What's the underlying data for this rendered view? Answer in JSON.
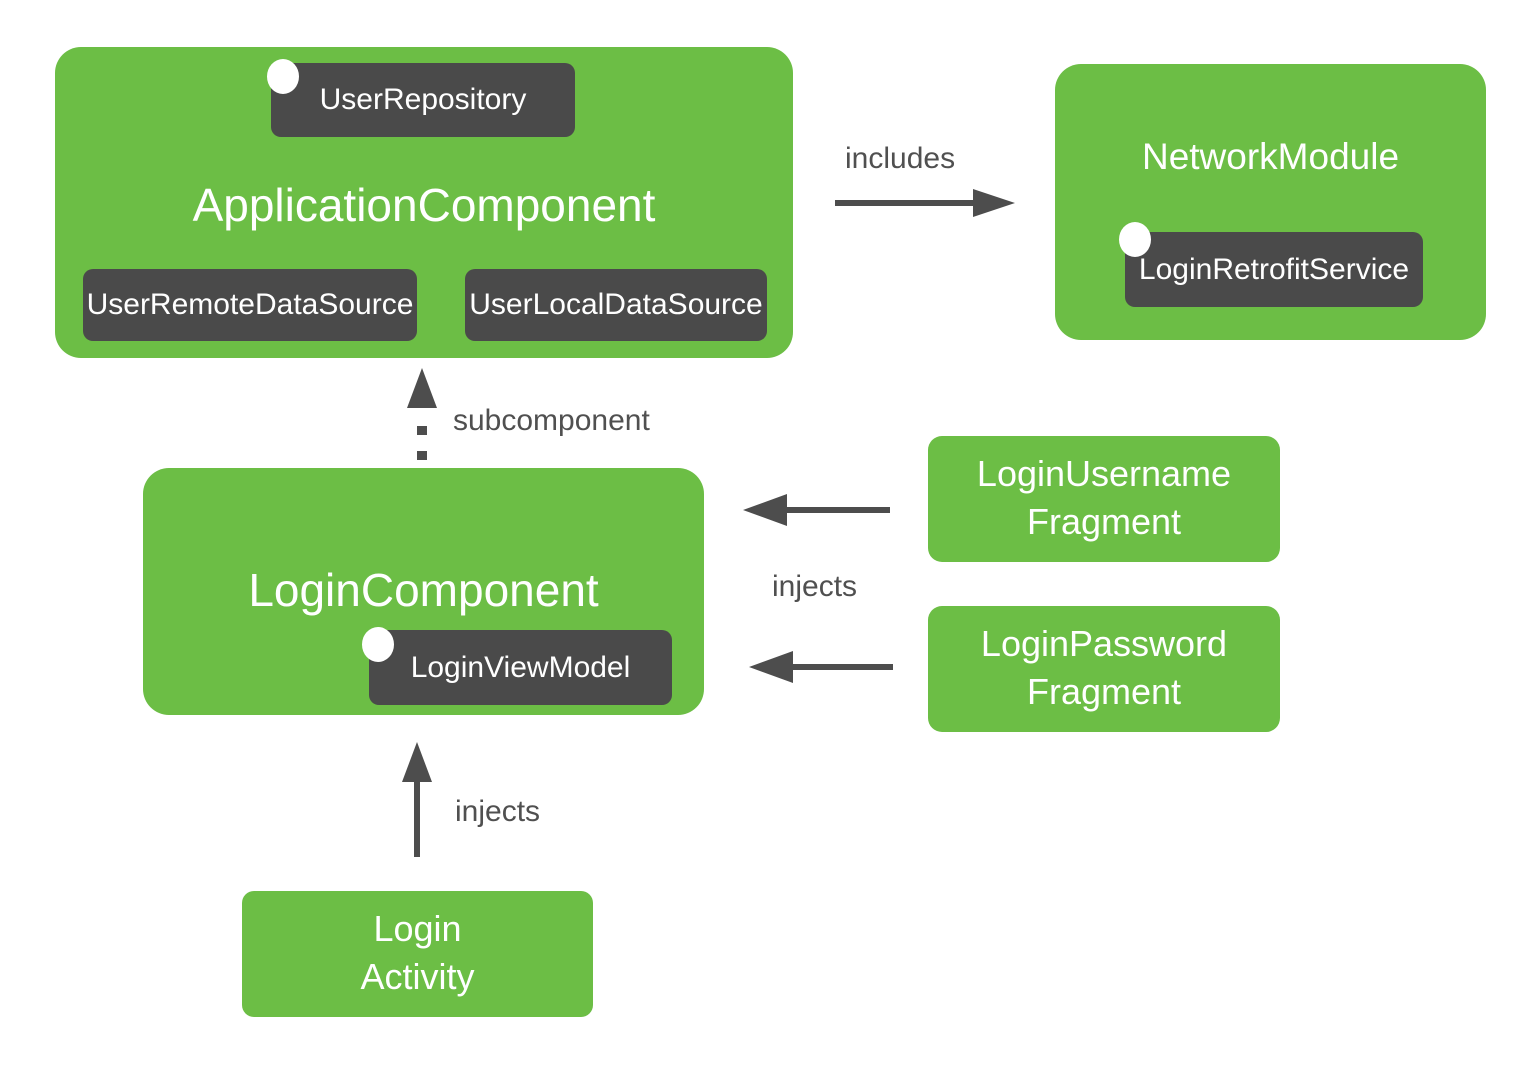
{
  "colors": {
    "node_green": "#6cbe45",
    "badge_dark": "#4a4a4a",
    "arrow_gray": "#4d4d4d",
    "text_white": "#ffffff",
    "label_gray": "#505050"
  },
  "nodes": {
    "application_component": {
      "title": "ApplicationComponent"
    },
    "user_repository": {
      "label": "UserRepository"
    },
    "user_remote_data_source": {
      "label": "UserRemoteDataSource"
    },
    "user_local_data_source": {
      "label": "UserLocalDataSource"
    },
    "network_module": {
      "title": "NetworkModule"
    },
    "login_retrofit_service": {
      "label": "LoginRetrofitService"
    },
    "login_component": {
      "title": "LoginComponent"
    },
    "login_view_model": {
      "label": "LoginViewModel"
    },
    "login_username_fragment": {
      "line1": "LoginUsername",
      "line2": "Fragment"
    },
    "login_password_fragment": {
      "line1": "LoginPassword",
      "line2": "Fragment"
    },
    "login_activity": {
      "line1": "Login",
      "line2": "Activity"
    }
  },
  "edges": {
    "includes": {
      "label": "includes"
    },
    "subcomponent": {
      "label": "subcomponent"
    },
    "injects_fragments": {
      "label": "injects"
    },
    "injects_activity": {
      "label": "injects"
    }
  }
}
